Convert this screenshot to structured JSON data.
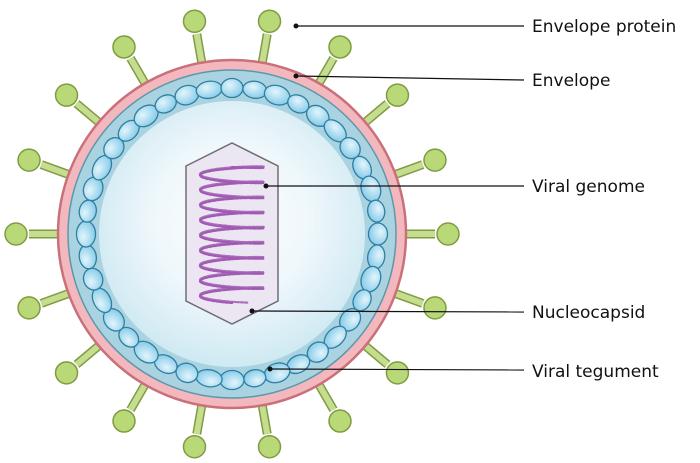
{
  "labels": {
    "envelope_protein": "Envelope protein",
    "envelope": "Envelope",
    "viral_genome": "Viral genome",
    "nucleocapsid": "Nucleocapsid",
    "viral_tegument": "Viral tegument"
  },
  "colors": {
    "spike_stem": "#c6dc8f",
    "spike_head": "#b9d877",
    "spike_outline": "#7f9c43",
    "envelope_fill": "#f3b8bd",
    "envelope_outline": "#c9707a",
    "tegument_fill": "#a9d3e0",
    "tegument_outline": "#5e97ab",
    "capsomere_fill": "#8fd3ee",
    "capsomere_outline": "#2f7fa2",
    "core_center": "#ffffff",
    "core_edge": "#cfe9f2",
    "nucleocapsid_fill": "#ece6f2",
    "nucleocapsid_outline": "#6e6e74",
    "genome_strand": "#a05bb3"
  }
}
